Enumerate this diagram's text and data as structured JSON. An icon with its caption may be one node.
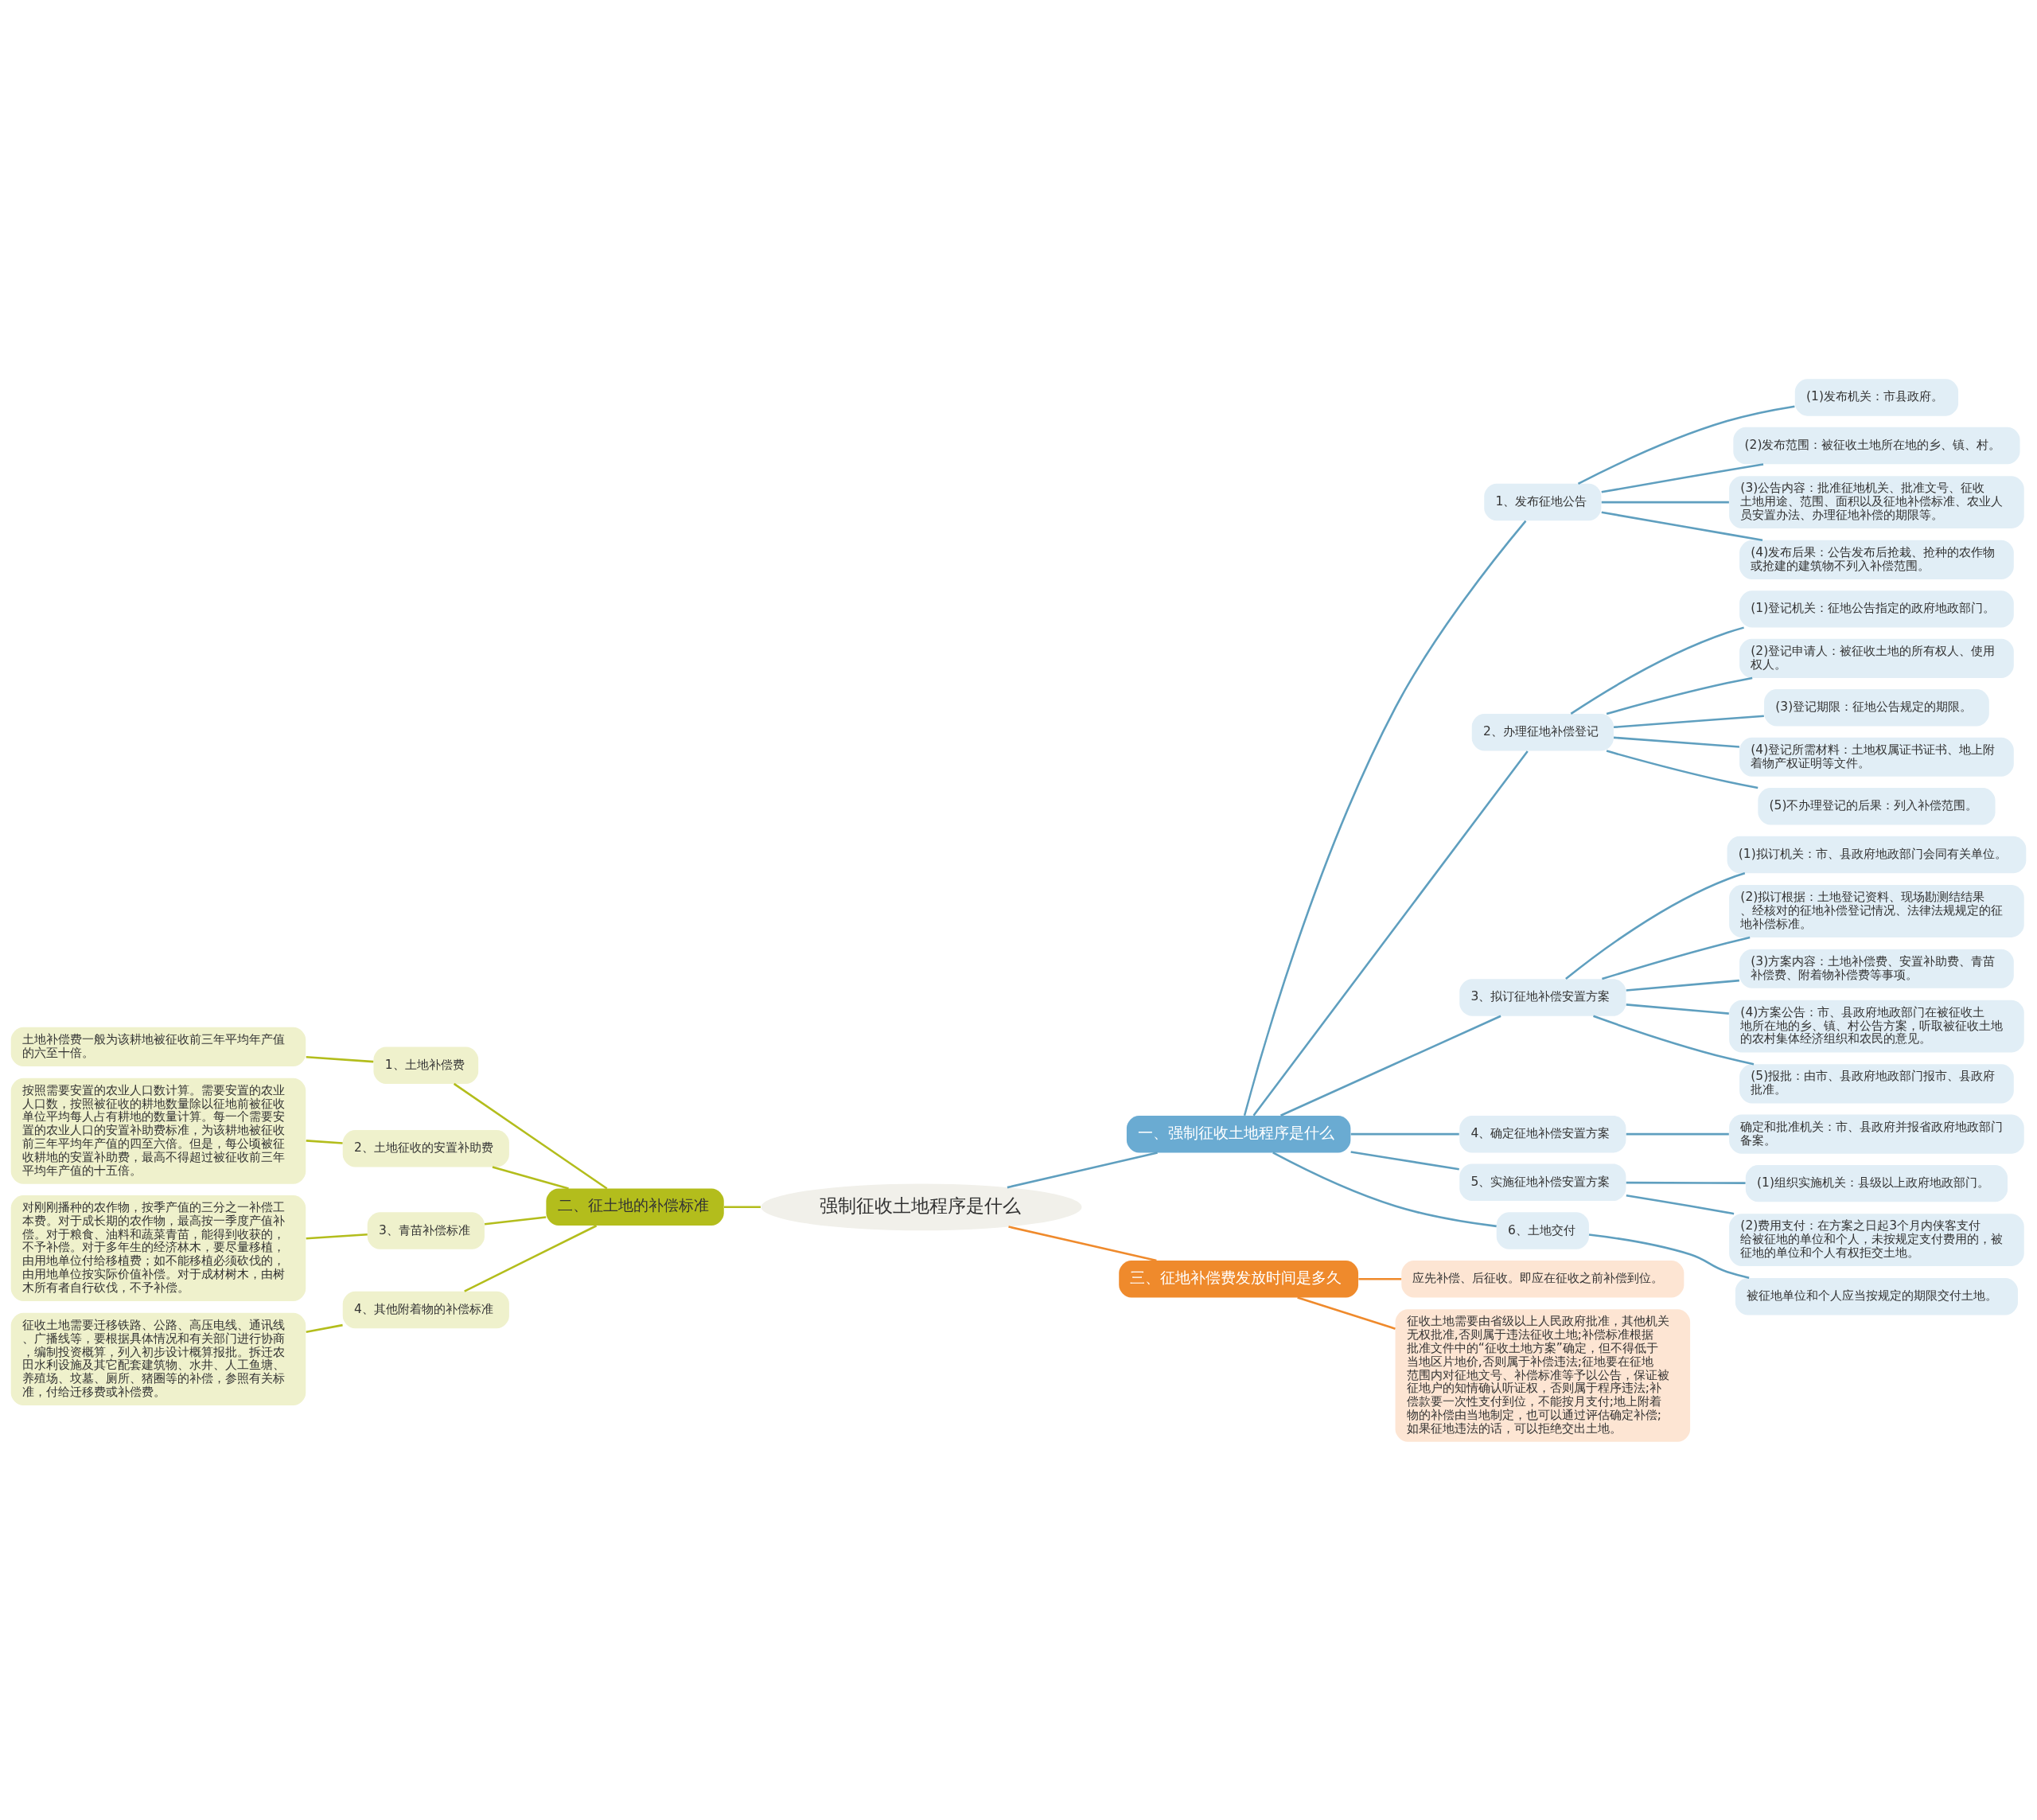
{
  "diagram": {
    "nodes": [
      {
        "text": [
          "强制征收土地程序是什么"
        ]
      },
      {
        "text": [
          "一、强制征收土地程序是什么"
        ]
      },
      {
        "text": [
          "1、发布征地公告"
        ]
      },
      {
        "text": [
          "(1)发布机关：市县政府。"
        ]
      },
      {
        "text": [
          "(2)发布范围：被征收土地所在地的乡、镇、村。"
        ]
      },
      {
        "text": [
          "(3)公告内容：批准征地机关、批准文号、征收土地用途、范围、面积以及征地补偿标准、农业人员安置办法、办理征地补偿的期限等。"
        ]
      },
      {
        "text": [
          "(4)发布后果：公告发布后抢栽、抢种的农作物或抢建的建筑物不列入补偿范围。"
        ]
      },
      {
        "text": [
          "2、办理征地补偿登记"
        ]
      },
      {
        "text": [
          "(1)登记机关：征地公告指定的政府地政部门。"
        ]
      },
      {
        "text": [
          "(2)登记申请人：被征收土地的所有权人、使用权人。"
        ]
      },
      {
        "text": [
          "(3)登记期限：征地公告规定的期限。"
        ]
      },
      {
        "text": [
          "(4)登记所需材料：土地权属证书证书、地上附着物产权证明等文件。"
        ]
      },
      {
        "text": [
          "(5)不办理登记的后果：列入补偿范围。"
        ]
      },
      {
        "text": [
          "3、拟订征地补偿安置方案"
        ]
      },
      {
        "text": [
          "(1)拟订机关：市、县政府地政部门会同有关单位。"
        ]
      },
      {
        "text": [
          "(2)拟订根据：土地登记资料、现场勘测结结果、经核对的征地补偿登记情况、法律法规规定的征地补偿标准。"
        ]
      },
      {
        "text": [
          "(3)方案内容：土地补偿费、安置补助费、青苗补偿费、附着物补偿费等事项。"
        ]
      },
      {
        "text": [
          "(4)方案公告：市、县政府地政部门在被征收土地所在地的乡、镇、村公告方案，听取被征收土地的农村集体经济组织和农民的意见。"
        ]
      },
      {
        "text": [
          "(5)报批：由市、县政府地政部门报市、县政府批准。"
        ]
      },
      {
        "text": [
          "4、确定征地补偿安置方案"
        ]
      },
      {
        "text": [
          "确定和批准机关：市、县政府并报省政府地政部门备案。"
        ]
      },
      {
        "text": [
          "5、实施征地补偿安置方案"
        ]
      },
      {
        "text": [
          "(1)组织实施机关：县级以上政府地政部门。"
        ]
      },
      {
        "text": [
          "(2)费用支付：在方案之日起3个月内侠客支付给被征地的单位和个人，未按规定支付费用的，被征地的单位和个人有权拒交土地。"
        ]
      },
      {
        "text": [
          "6、土地交付"
        ]
      },
      {
        "text": [
          "被征地单位和个人应当按规定的期限交付土地。"
        ]
      },
      {
        "text": [
          "二、征土地的补偿标准"
        ]
      },
      {
        "text": [
          "1、土地补偿费"
        ]
      },
      {
        "text": [
          "土地补偿费一般为该耕地被征收前三年平均年产值的六至十倍。"
        ]
      },
      {
        "text": [
          "2、土地征收的安置补助费"
        ]
      },
      {
        "text": [
          "按照需要安置的农业人口数计算。需要安置的农业人口数，按照被征收的耕地数量除以征地前被征收单位平均每人占有耕地的数量计算。每一个需要安置的农业人口的安置补助费标准，为该耕地被征收前三年平均年产值的四至六倍。但是，每公顷被征收耕地的安置补助费，最高不得超过被征收前三年平均年产值的十五倍。"
        ]
      },
      {
        "text": [
          "3、青苗补偿标准"
        ]
      },
      {
        "text": [
          "对刚刚播种的农作物，按季产值的三分之一补偿工本费。对于成长期的农作物，最高按一季度产值补偿。对于粮食、油料和蔬菜青苗，能得到收获的，不予补偿。对于多年生的经济林木，要尽量移植，由用地单位付给移植费；如不能移植必须砍伐的，由用地单位按实际价值补偿。对于成材树木，由树木所有者自行砍伐，不予补偿。"
        ]
      },
      {
        "text": [
          "4、其他附着物的补偿标准"
        ]
      },
      {
        "text": [
          "征收土地需要迁移铁路、公路、高压电线、通讯线、广播线等，要根据具体情况和有关部门进行协商，编制投资概算，列入初步设计概算报批。拆迁农田水利设施及其它配套建筑物、水井、人工鱼塘、养殖场、坟墓、厕所、猪圈等的补偿，参照有关标准，付给迁移费或补偿费。"
        ]
      },
      {
        "text": [
          "三、征地补偿费发放时间是多久"
        ]
      },
      {
        "text": [
          "应先补偿、后征收。即应在征收之前补偿到位。"
        ]
      },
      {
        "text": [
          "征收土地需要由省级以上人民政府批准，其他机关无权批准,否则属于违法征收土地;补偿标准根据批准文件中的“征收土地方案”确定，但不得低于当地区片地价,否则属于补偿违法;征地要在征地范围内对征地文号、补偿标准等予以公告，保证被征地户的知情确认听证权，否则属于程序违法;补偿款要一次性支付到位，不能按月支付;地上附着物的补偿由当地制定，也可以通过评估确定补偿;如果征地违法的话，可以拒绝交出土地。"
        ]
      }
    ],
    "edges": [
      {
        "from": 0,
        "to": 1,
        "arrow": "none"
      },
      {
        "from": 1,
        "to": 2,
        "arrow": "none"
      },
      {
        "from": 2,
        "to": 3,
        "arrow": "none"
      },
      {
        "from": 2,
        "to": 4,
        "arrow": "none"
      },
      {
        "from": 2,
        "to": 5,
        "arrow": "none"
      },
      {
        "from": 2,
        "to": 6,
        "arrow": "none"
      },
      {
        "from": 1,
        "to": 7,
        "arrow": "none"
      },
      {
        "from": 7,
        "to": 8,
        "arrow": "none"
      },
      {
        "from": 7,
        "to": 9,
        "arrow": "none"
      },
      {
        "from": 7,
        "to": 10,
        "arrow": "none"
      },
      {
        "from": 7,
        "to": 11,
        "arrow": "none"
      },
      {
        "from": 7,
        "to": 12,
        "arrow": "none"
      },
      {
        "from": 1,
        "to": 13,
        "arrow": "none"
      },
      {
        "from": 13,
        "to": 14,
        "arrow": "none"
      },
      {
        "from": 13,
        "to": 15,
        "arrow": "none"
      },
      {
        "from": 13,
        "to": 16,
        "arrow": "none"
      },
      {
        "from": 13,
        "to": 17,
        "arrow": "none"
      },
      {
        "from": 13,
        "to": 18,
        "arrow": "none"
      },
      {
        "from": 1,
        "to": 19,
        "arrow": "none"
      },
      {
        "from": 19,
        "to": 20,
        "arrow": "none"
      },
      {
        "from": 1,
        "to": 21,
        "arrow": "none"
      },
      {
        "from": 21,
        "to": 22,
        "arrow": "none"
      },
      {
        "from": 21,
        "to": 23,
        "arrow": "none"
      },
      {
        "from": 1,
        "to": 24,
        "arrow": "none"
      },
      {
        "from": 24,
        "to": 25,
        "arrow": "none"
      },
      {
        "from": 0,
        "to": 26,
        "arrow": "none",
        "color": "#b3bd1c"
      },
      {
        "from": 26,
        "to": 27,
        "arrow": "none",
        "color": "#b3bd1c"
      },
      {
        "from": 27,
        "to": 28,
        "arrow": "none",
        "color": "#b3bd1c"
      },
      {
        "from": 26,
        "to": 29,
        "arrow": "none",
        "color": "#b3bd1c"
      },
      {
        "from": 29,
        "to": 30,
        "arrow": "none",
        "color": "#b3bd1c"
      },
      {
        "from": 26,
        "to": 31,
        "arrow": "none",
        "color": "#b3bd1c"
      },
      {
        "from": 31,
        "to": 32,
        "arrow": "none",
        "color": "#b3bd1c"
      },
      {
        "from": 26,
        "to": 33,
        "arrow": "none",
        "color": "#b3bd1c"
      },
      {
        "from": 33,
        "to": 34,
        "arrow": "none",
        "color": "#b3bd1c"
      },
      {
        "from": 0,
        "to": 35,
        "arrow": "none",
        "color": "#ef8a2c"
      },
      {
        "from": 35,
        "to": 36,
        "arrow": "none",
        "color": "#ef8a2c"
      },
      {
        "from": 35,
        "to": 37,
        "arrow": "none",
        "color": "#ef8a2c"
      }
    ]
  }
}
